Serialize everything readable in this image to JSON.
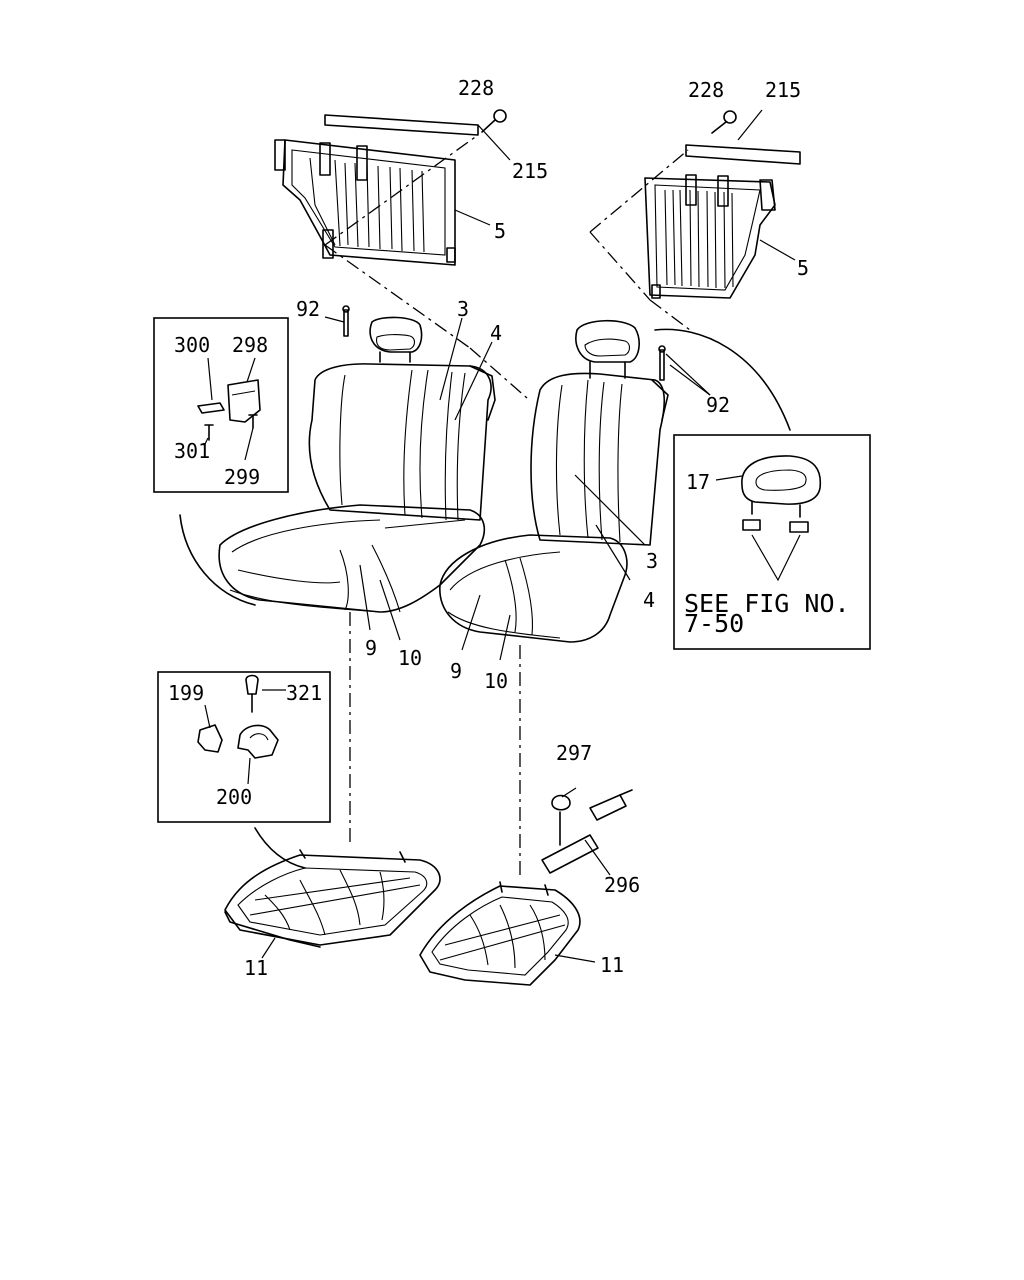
{
  "labels": {
    "l228a": "228",
    "l215a": "215",
    "l5a": "5",
    "l228b": "228",
    "l215b": "215",
    "l5b": "5",
    "l92a": "92",
    "l3a": "3",
    "l4a": "4",
    "l92b": "92",
    "l300": "300",
    "l298": "298",
    "l301": "301",
    "l299": "299",
    "l17": "17",
    "l3b": "3",
    "l4b": "4",
    "l9a": "9",
    "l10a": "10",
    "l9b": "9",
    "l10b": "10",
    "l199": "199",
    "l321": "321",
    "l200": "200",
    "l297": "297",
    "l296": "296",
    "l11a": "11",
    "l11b": "11"
  },
  "reference": {
    "line1": "SEE FIG NO.",
    "line2": "7-50"
  }
}
